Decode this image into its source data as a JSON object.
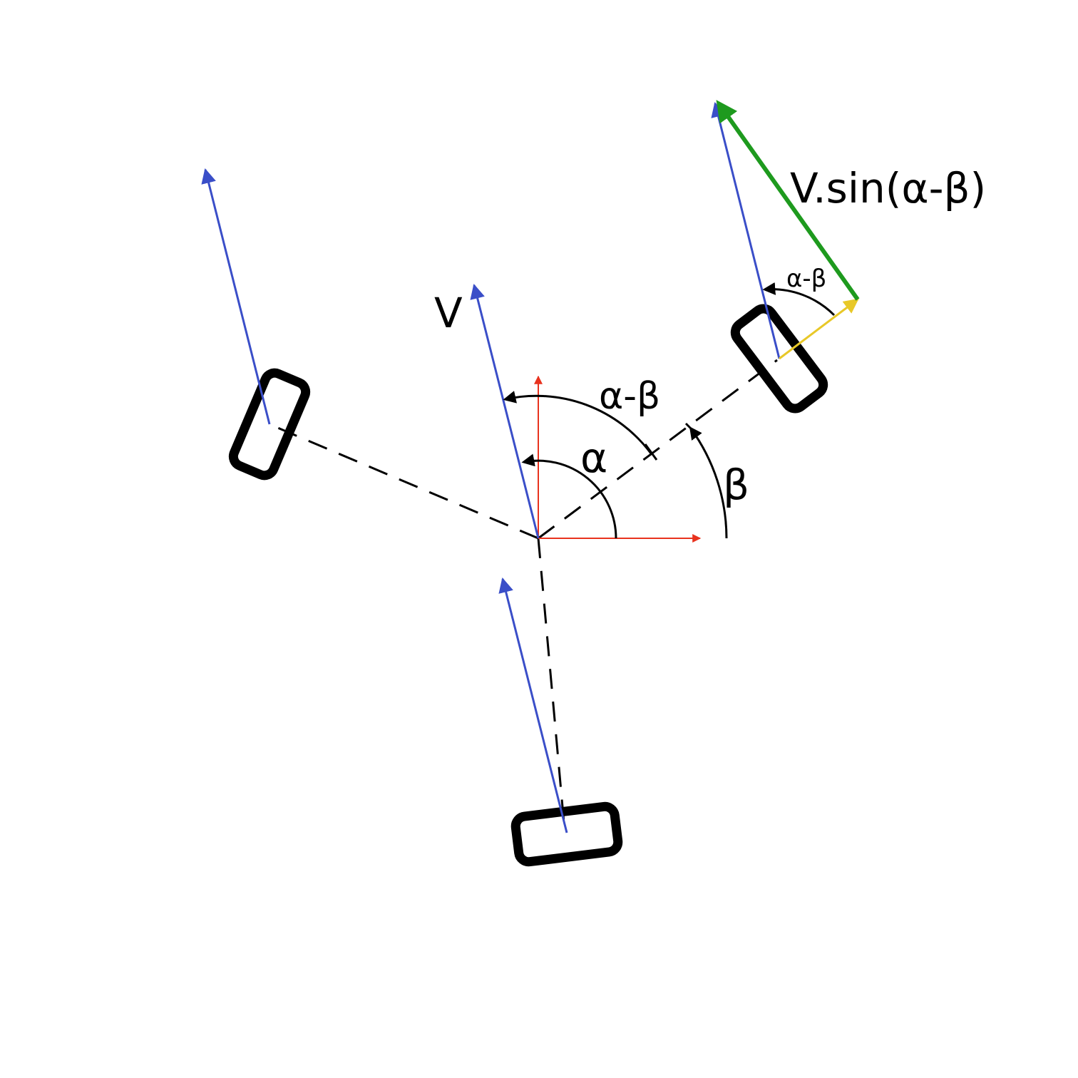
{
  "labels": {
    "v": "V",
    "alpha": "α",
    "beta": "β",
    "alpha_minus_beta": "α-β",
    "alpha_minus_beta_small": "α-β",
    "v_sin": "V.sin(α-β)"
  },
  "colors": {
    "velocity": "#3a4ec8",
    "axes": "#e8321e",
    "projection": "#1e9a1e",
    "component": "#e8c828",
    "outline": "#000000"
  }
}
